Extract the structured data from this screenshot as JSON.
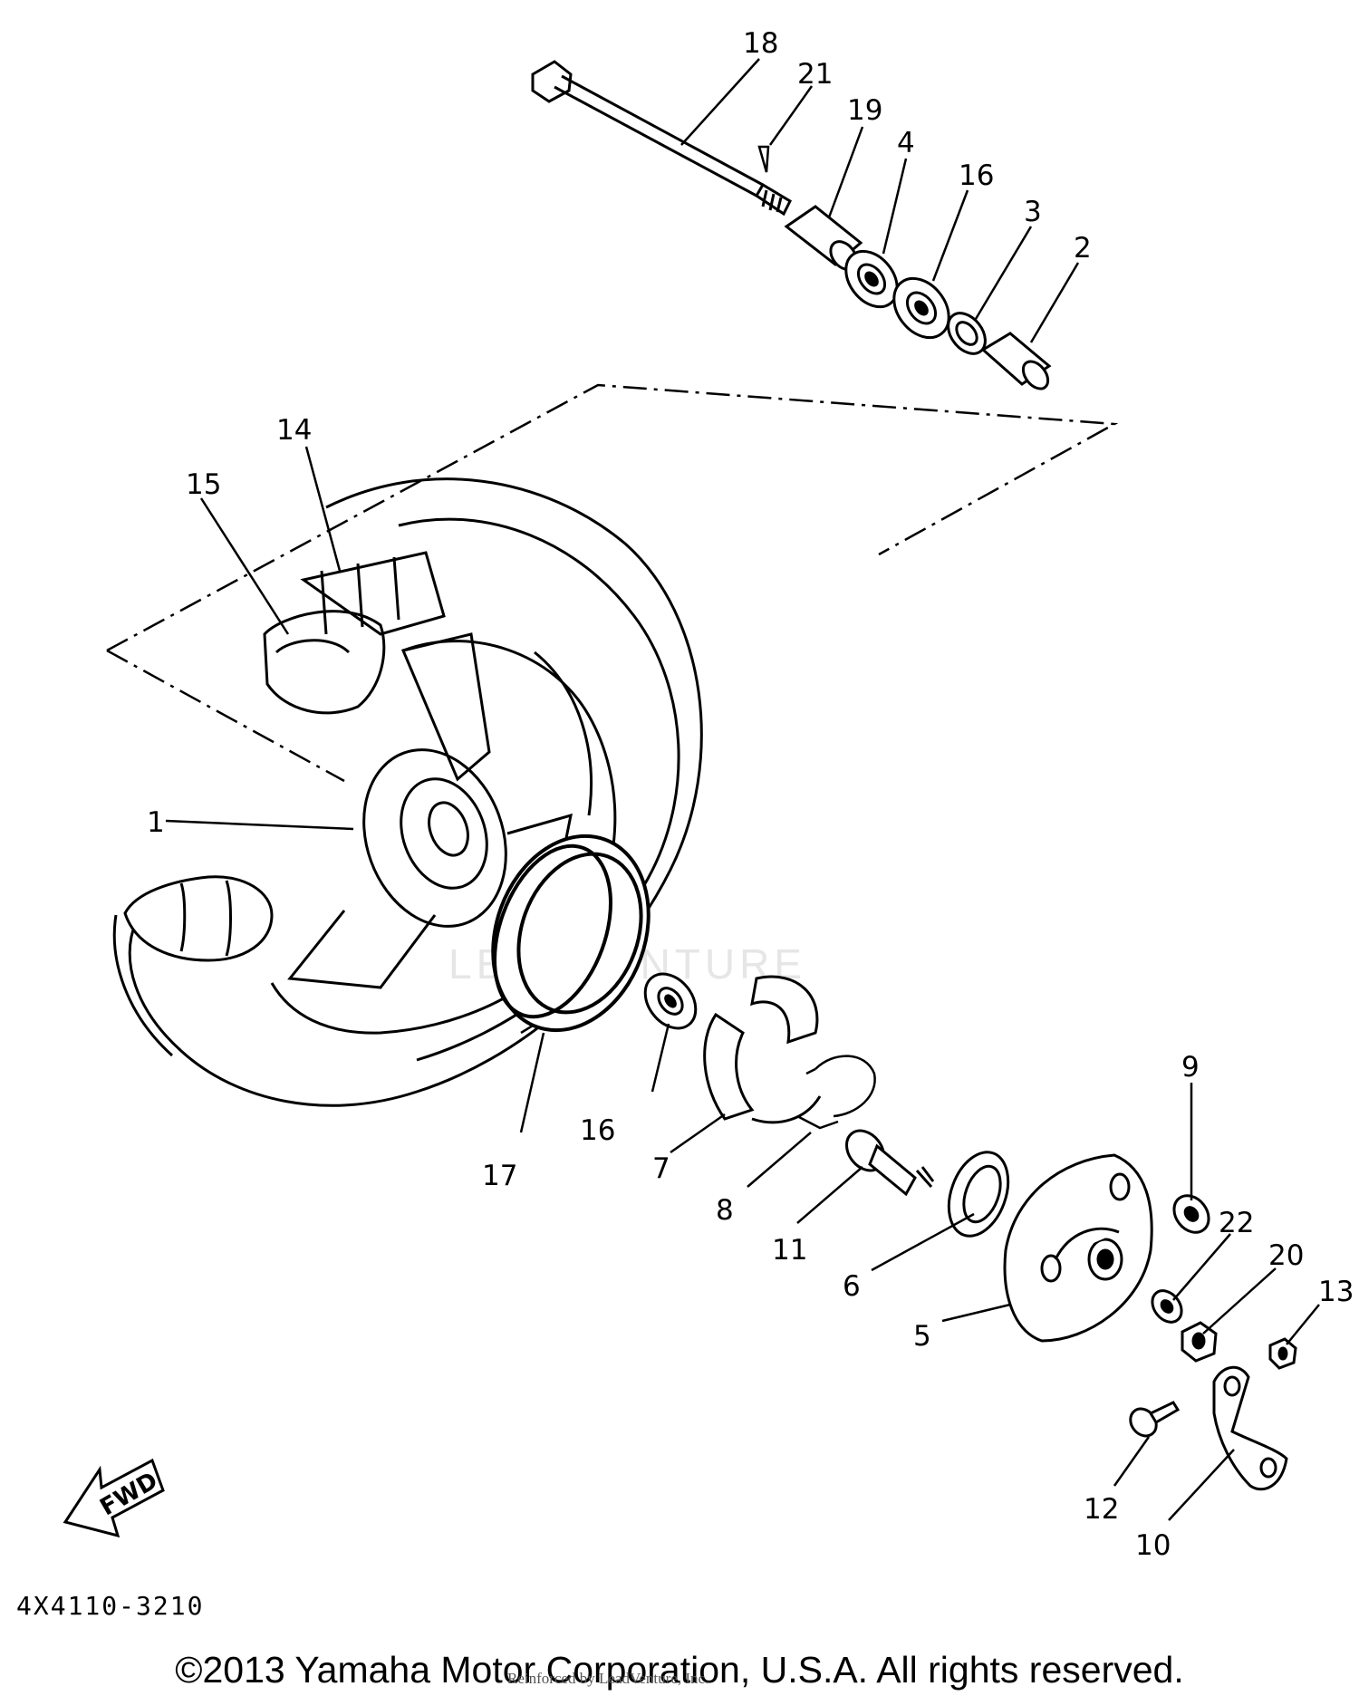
{
  "diagram": {
    "part_code": "4X4110-3210",
    "fwd_label": "FWD",
    "copyright": "©2013 Yamaha Motor Corporation, U.S.A. All rights reserved.",
    "watermark_text": "Reinforced by LeadVenture, Inc.",
    "watermark_brand": "LEADVENTURE",
    "callouts": {
      "c1": "1",
      "c2": "2",
      "c3": "3",
      "c4": "4",
      "c5": "5",
      "c6": "6",
      "c7": "7",
      "c8": "8",
      "c9": "9",
      "c10": "10",
      "c11": "11",
      "c12": "12",
      "c13": "13",
      "c14": "14",
      "c15": "15",
      "c16a": "16",
      "c16b": "16",
      "c17": "17",
      "c18": "18",
      "c19": "19",
      "c20": "20",
      "c21": "21",
      "c22": "22"
    }
  }
}
